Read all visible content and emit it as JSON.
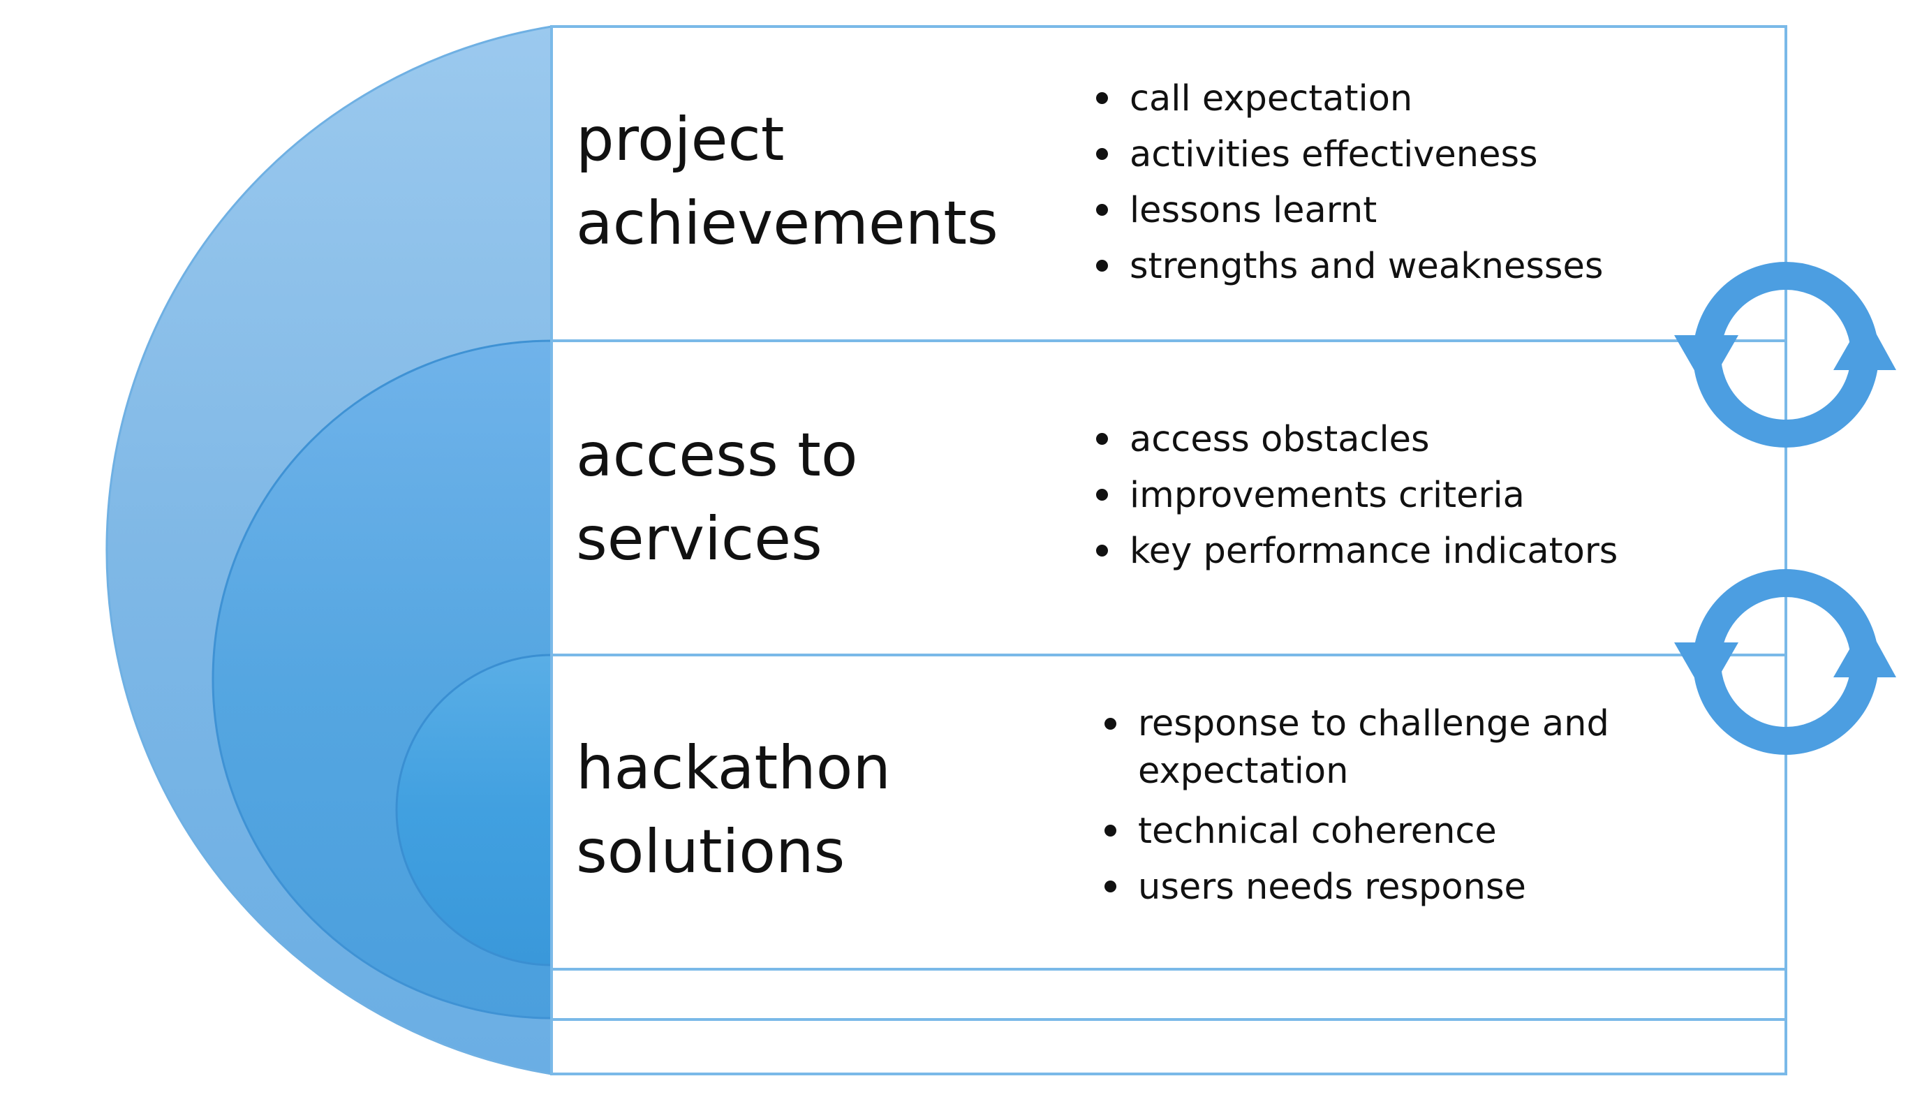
{
  "colors": {
    "outer_arc": "#7fb8e6",
    "middle_arc": "#5aa8e2",
    "inner_arc": "#47a2e0",
    "border": "#7ab9e8",
    "cycle_icon": "#4c9ee1",
    "row_fill": "#ffffff"
  },
  "rows": [
    {
      "title_lines": [
        "project",
        "achievements"
      ],
      "bullets": [
        {
          "lines": [
            "call expectation"
          ]
        },
        {
          "lines": [
            "activities effectiveness"
          ]
        },
        {
          "lines": [
            "lessons learnt"
          ]
        },
        {
          "lines": [
            "strengths and weaknesses"
          ]
        }
      ]
    },
    {
      "title_lines": [
        "access to",
        "services"
      ],
      "bullets": [
        {
          "lines": [
            "access obstacles"
          ]
        },
        {
          "lines": [
            "improvements criteria"
          ]
        },
        {
          "lines": [
            "key performance indicators"
          ]
        }
      ]
    },
    {
      "title_lines": [
        "hackathon",
        "solutions"
      ],
      "bullets": [
        {
          "lines": [
            "response to challenge and",
            "expectation"
          ]
        },
        {
          "lines": [
            "technical coherence"
          ]
        },
        {
          "lines": [
            "users needs response"
          ]
        }
      ]
    }
  ],
  "cycle_icons": [
    "cycle-arrows-icon",
    "cycle-arrows-icon"
  ]
}
